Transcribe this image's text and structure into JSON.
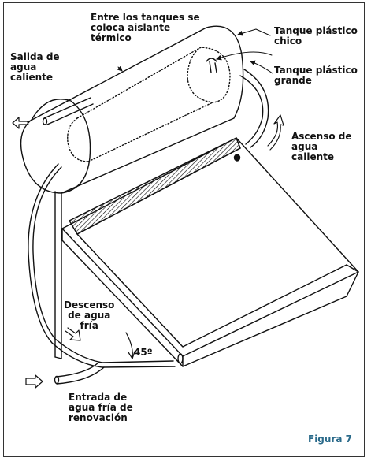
{
  "labels": {
    "insulation": "Entre los tanques se\ncoloca aislante\ntérmico",
    "small_tank": "Tanque plástico\nchico",
    "large_tank": "Tanque plástico\ngrande",
    "hot_outlet": "Salida de\nagua\ncaliente",
    "hot_rise": "Ascenso de\nagua\ncaliente",
    "cold_descent": "Descenso\nde agua\nfría",
    "angle": "45º",
    "cold_inlet": "Entrada de\nagua fría de\nrenovación"
  },
  "figure_label": "Figura 7",
  "colors": {
    "line": "#111111",
    "figure_label": "#2a6a8a"
  }
}
